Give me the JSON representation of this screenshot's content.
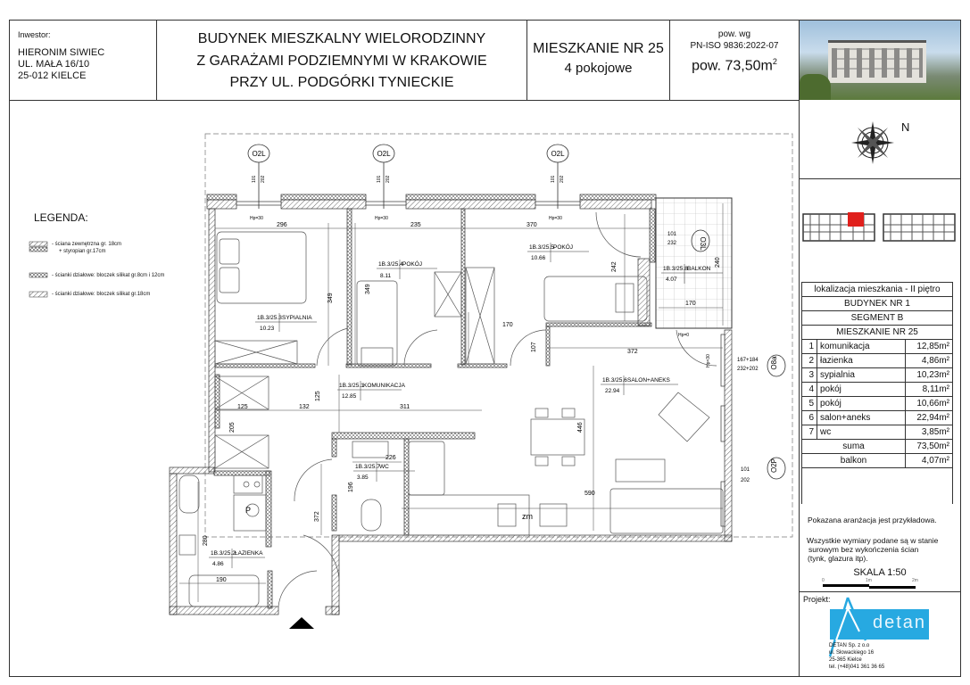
{
  "header": {
    "investor_label": "Inwestor:",
    "investor_lines": [
      "HIERONIM SIWIEC",
      "UL. MAŁA 16/10",
      "25-012 KIELCE"
    ],
    "title_lines": [
      "BUDYNEK MIESZKALNY WIELORODZINNY",
      "Z GARAŻAMI PODZIEMNYMI W KRAKOWIE",
      "PRZY UL. PODGÓRKI TYNIECKIE"
    ],
    "apartment": "MIESZKANIE NR 25",
    "rooms_count": "4 pokojowe",
    "norm_line1": "pow. wg",
    "norm_line2": "PN-ISO 9836:2022-07",
    "area": "pow. 73,50m",
    "area_sup": "2"
  },
  "legend": {
    "title": "LEGENDA:",
    "items": [
      {
        "line1": "- ściana zewnętrzna  gr. 18cm",
        "line2": "+ styropian gr.17cm"
      },
      {
        "line1": "- ścianki działowe: bloczek silikat gr.8cm i 12cm"
      },
      {
        "line1": "- ścianki działowe: bloczek silikat gr.18cm"
      }
    ]
  },
  "compass": {
    "north": "N"
  },
  "plan": {
    "rooms": [
      {
        "code": "1B.3/25.3",
        "name": "SYPIALNIA",
        "area": "10.23"
      },
      {
        "code": "1B.3/25.4",
        "name": "POKÓJ",
        "area": "8.11"
      },
      {
        "code": "1B.3/25.5",
        "name": "POKÓJ",
        "area": "10.66"
      },
      {
        "code": "1B.3/25.8",
        "name": "BALKON",
        "area": "4.07"
      },
      {
        "code": "1B.3/25.1",
        "name": "KOMUNIKACJA",
        "area": "12.85"
      },
      {
        "code": "1B.3/25.6",
        "name": "SALON+ANEKS",
        "area": "22.94"
      },
      {
        "code": "1B.3/25.7",
        "name": "WC",
        "area": "3.85"
      },
      {
        "code": "1B.3/25.2",
        "name": "ŁAZIENKA",
        "area": "4.86"
      }
    ],
    "window_tags": [
      "O2L",
      "O2L",
      "O2L",
      "O3L",
      "O8a",
      "O2P"
    ],
    "window_dims": [
      "101",
      "202",
      "101",
      "202",
      "101",
      "202",
      "101",
      "232",
      "167+184",
      "232+202",
      "101",
      "202"
    ],
    "hp": [
      "Hp=30",
      "Hp=30",
      "Hp=30",
      "Hp=0",
      "Hp=30"
    ],
    "dims": [
      "296",
      "235",
      "370",
      "349",
      "349",
      "242",
      "240",
      "170",
      "170",
      "107",
      "372",
      "125",
      "132",
      "311",
      "125",
      "205",
      "226",
      "446",
      "590",
      "196",
      "372",
      "280",
      "190"
    ],
    "kitchen_label": "zm",
    "boiler_label": "P"
  },
  "location": {
    "caption": "lokalizacja mieszkania - II piętro",
    "building": "BUDYNEK NR 1",
    "segment": "SEGMENT  B",
    "apartment": "MIESZKANIE NR 25",
    "highlight_color": "#e0201c"
  },
  "room_table": {
    "rows": [
      {
        "no": "1",
        "name": "komunikacja",
        "area": "12,85m²"
      },
      {
        "no": "2",
        "name": "łazienka",
        "area": "4,86m²"
      },
      {
        "no": "3",
        "name": "sypialnia",
        "area": "10,23m²"
      },
      {
        "no": "4",
        "name": "pokój",
        "area": "8,11m²"
      },
      {
        "no": "5",
        "name": "pokój",
        "area": "10,66m²"
      },
      {
        "no": "6",
        "name": "salon+aneks",
        "area": "22,94m²"
      },
      {
        "no": "7",
        "name": "wc",
        "area": "3,85m²"
      }
    ],
    "sum_label": "suma",
    "sum_value": "73,50m²",
    "balcony_label": "balkon",
    "balcony_value": "4,07m²"
  },
  "notes": {
    "note1": "Pokazana aranżacja jest przykładowa.",
    "note2_lines": [
      "Wszystkie wymiary podane są w stanie",
      "surowym bez wykończenia ścian",
      "(tynk, glazura itp)."
    ],
    "scale": "SKALA 1:50",
    "scale_ticks": [
      "0",
      "1m",
      "2m"
    ]
  },
  "project": {
    "label": "Projekt:",
    "logo_text": "detan",
    "logo_color": "#27a9e1",
    "company_lines": [
      "DETAN Sp. z o.o",
      "ul. Słowackiego 16",
      "25-365 Kielce",
      "tel. (+48)041 361 36 65"
    ]
  }
}
